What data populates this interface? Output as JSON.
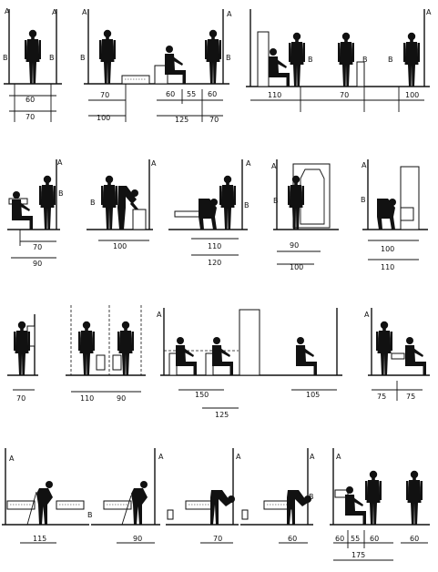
{
  "wall_marker": "A",
  "bed_marker": "B",
  "diagram_marker": "B",
  "dimensions": {
    "p1": [
      "60",
      "70"
    ],
    "p2": [
      "70",
      "100",
      "60",
      "55",
      "60",
      "125",
      "70"
    ],
    "p3": [
      "110",
      "70",
      "100"
    ],
    "p4": [
      "70",
      "90"
    ],
    "p5": [
      "100"
    ],
    "p6": [
      "110",
      "120"
    ],
    "p7": [
      "90",
      "100"
    ],
    "p8": [
      "100",
      "110"
    ],
    "p9": [
      "70"
    ],
    "p10": [
      "110",
      "90"
    ],
    "p11": [
      "150",
      "125",
      "105"
    ],
    "p12": [
      "75",
      "75"
    ],
    "p13": [
      "115"
    ],
    "p14": [
      "90"
    ],
    "p15": [
      "70"
    ],
    "p16": [
      "60"
    ],
    "p17": [
      "60",
      "55",
      "60",
      "175",
      "60"
    ]
  },
  "colors": {
    "ink": "#111111",
    "paper": "#ffffff"
  }
}
